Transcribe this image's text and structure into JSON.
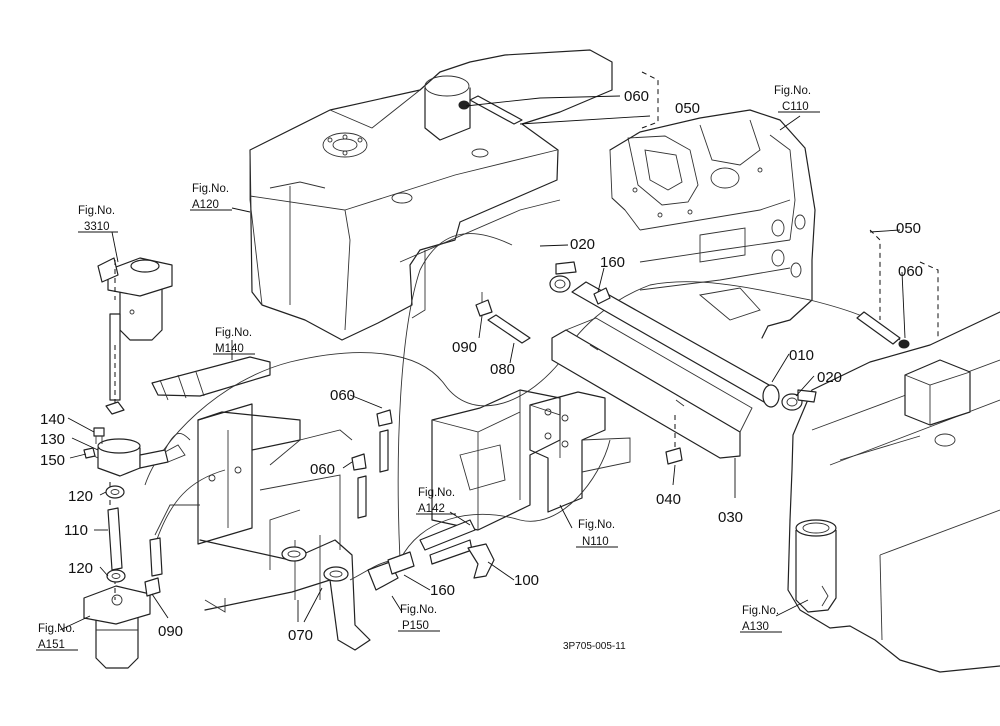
{
  "figure_code": "3P705-005-11",
  "fig_refs": {
    "a120": {
      "title": "Fig.No.",
      "code": "A120"
    },
    "c110": {
      "title": "Fig.No.",
      "code": "C110"
    },
    "r3310": {
      "title": "Fig.No.",
      "code": "3310"
    },
    "m140": {
      "title": "Fig.No.",
      "code": "M140"
    },
    "a142": {
      "title": "Fig.No.",
      "code": "A142"
    },
    "n110": {
      "title": "Fig.No.",
      "code": "N110"
    },
    "p150": {
      "title": "Fig.No.",
      "code": "P150"
    },
    "a151": {
      "title": "Fig.No.",
      "code": "A151"
    },
    "a130": {
      "title": "Fig.No.",
      "code": "A130"
    }
  },
  "callouts": {
    "c060_top": "060",
    "c050_top": "050",
    "c020_top": "020",
    "c160_top": "160",
    "c050_right": "050",
    "c060_right": "060",
    "c010": "010",
    "c020_right": "020",
    "c090_mid": "090",
    "c080": "080",
    "c060_mid_a": "060",
    "c060_mid_b": "060",
    "c040": "040",
    "c030": "030",
    "c140": "140",
    "c130": "130",
    "c150": "150",
    "c120_a": "120",
    "c110": "110",
    "c120_b": "120",
    "c090_low": "090",
    "c070": "070",
    "c160_low": "160",
    "c100": "100"
  }
}
